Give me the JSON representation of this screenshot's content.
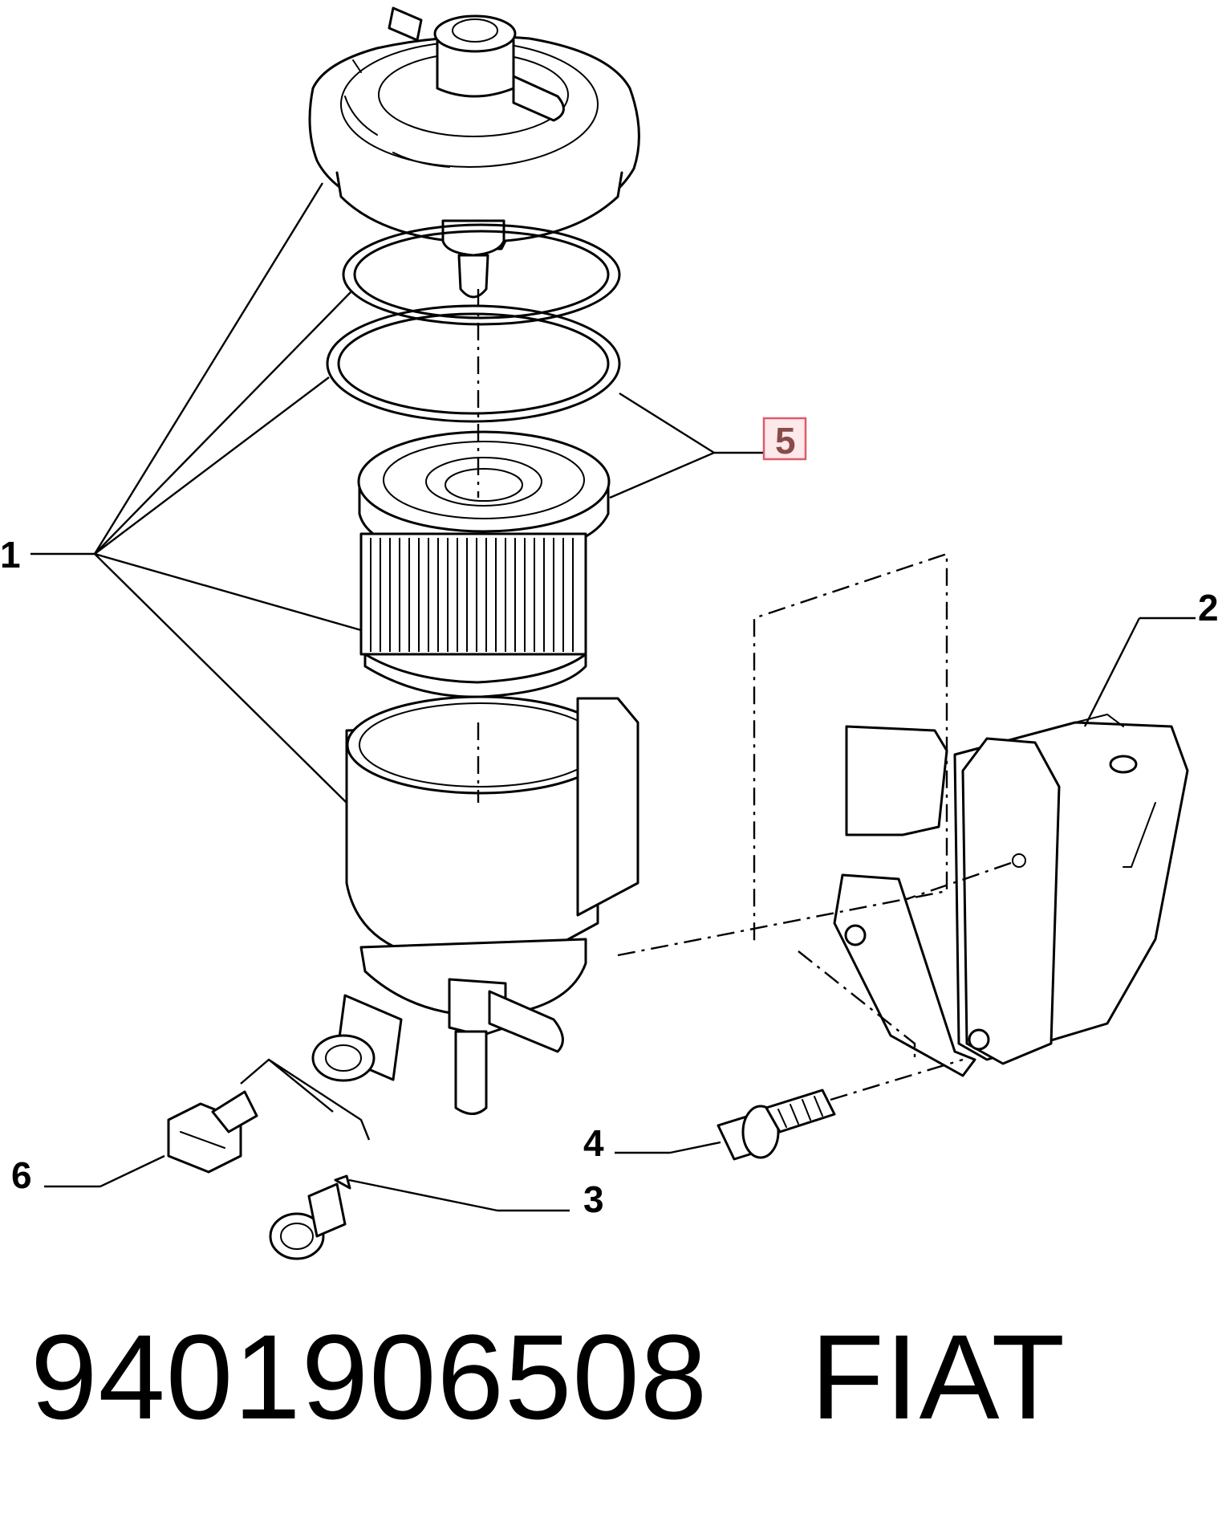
{
  "callouts": {
    "c1": "1",
    "c2": "2",
    "c3": "3",
    "c4": "4",
    "c5": "5",
    "c6": "6"
  },
  "highlight": {
    "callout": "5",
    "border_color": "#e05a6a",
    "fill_color": "#fde8ea"
  },
  "footer": {
    "part_number": "9401906508",
    "brand": "FIAT"
  },
  "icons": [
    "filter-cap",
    "o-ring-seal",
    "filter-element",
    "filter-bowl",
    "mounting-bracket",
    "bolt",
    "drain-plug",
    "water-sensor"
  ]
}
